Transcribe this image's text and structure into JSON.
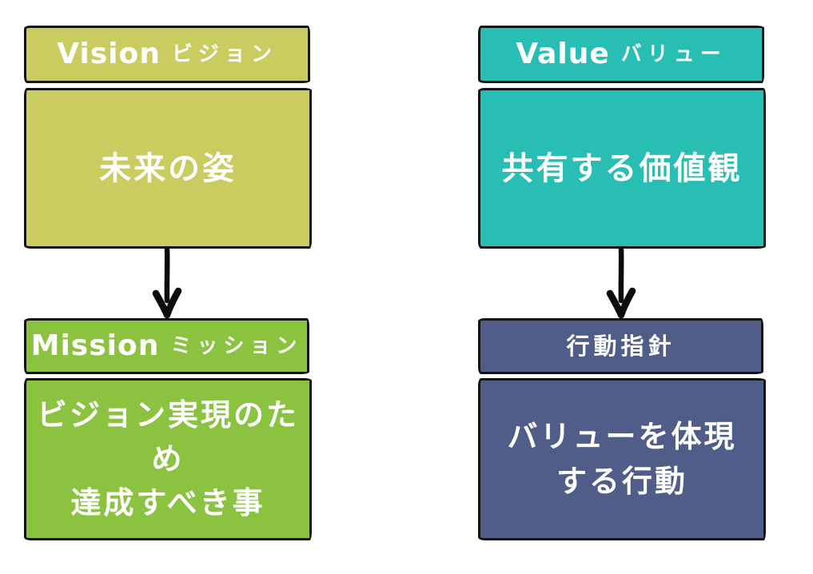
{
  "diagram": {
    "background": "#ffffff",
    "outline_color": "#131313",
    "text_color": "#ffffff",
    "vision": {
      "header_en": "Vision",
      "header_ja": "ビジョン",
      "body": "未来の姿",
      "color": "#cacc60"
    },
    "mission": {
      "header_en": "Mission",
      "header_ja": "ミッション",
      "body_line1": "ビジョン実現のため",
      "body_line2": "達成すべき事",
      "color": "#8bc341"
    },
    "value": {
      "header_en": "Value",
      "header_ja": "バリュー",
      "body": "共有する価値観",
      "color": "#29beb3"
    },
    "guideline": {
      "header_ja": "行動指針",
      "body_line1": "バリューを体現",
      "body_line2": "する行動",
      "color": "#4f5d88"
    },
    "icons": {
      "down_arrow": "↓"
    }
  }
}
